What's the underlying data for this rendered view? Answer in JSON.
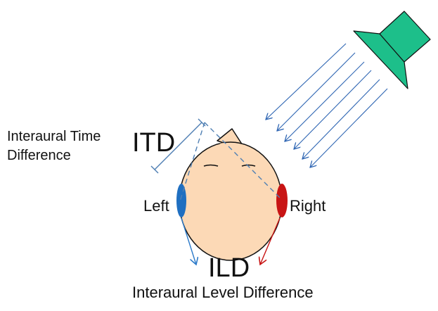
{
  "labels": {
    "itd_desc_line1": "Interaural Time",
    "itd_desc_line2": "Difference",
    "itd": "ITD",
    "left": "Left",
    "right": "Right",
    "ild": "ILD",
    "ild_desc": "Interaural Level Difference"
  },
  "colors": {
    "head_fill": "#fcd9b6",
    "outline": "#111111",
    "left_ear": "#1f6fc1",
    "right_ear": "#c81414",
    "speaker": "#1dbf8a",
    "sound_waves": "#2f66b3",
    "itd_dashed": "#4f7fb3",
    "ild_left_arrow": "#2c7ac9",
    "ild_right_arrow": "#c81414"
  }
}
